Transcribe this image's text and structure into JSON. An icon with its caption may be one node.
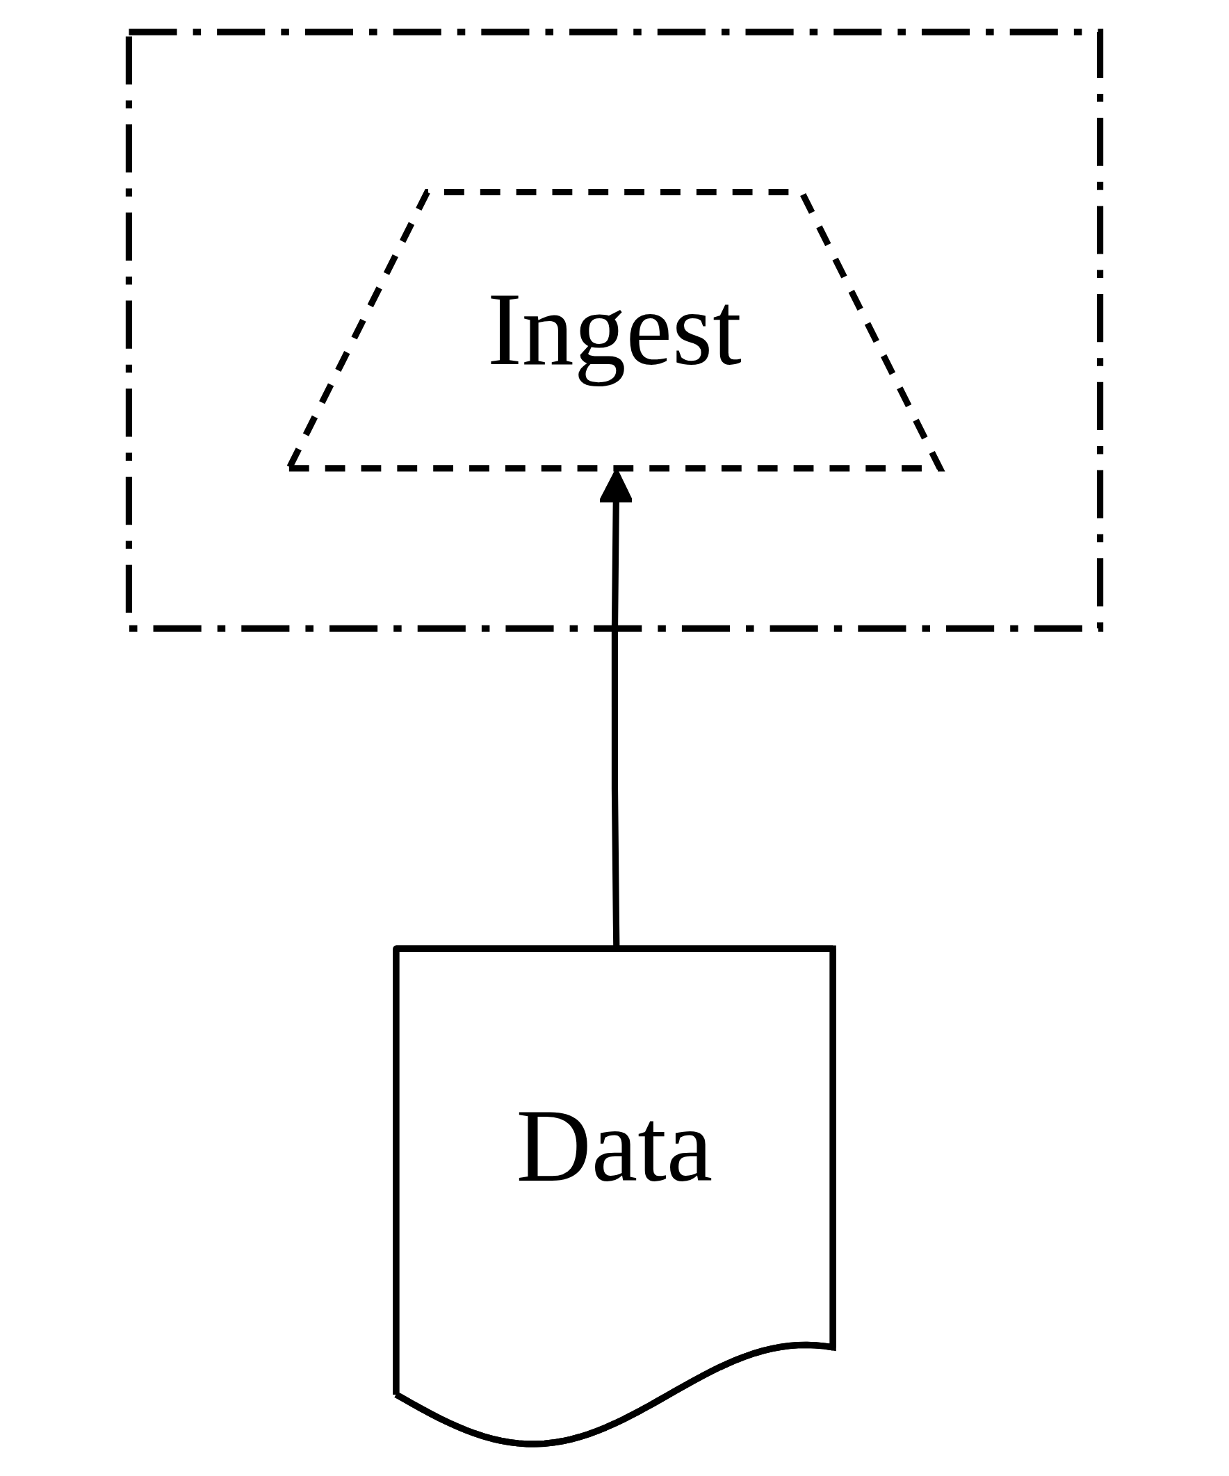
{
  "diagram": {
    "nodes": [
      {
        "text": [],
        "shape": "box"
      },
      {
        "text": [
          "Ingest"
        ],
        "in": 0
      },
      {
        "text": [
          "Data"
        ]
      }
    ],
    "edges": [
      {
        "from": 2,
        "to": 1,
        "arrow": "to"
      }
    ]
  }
}
